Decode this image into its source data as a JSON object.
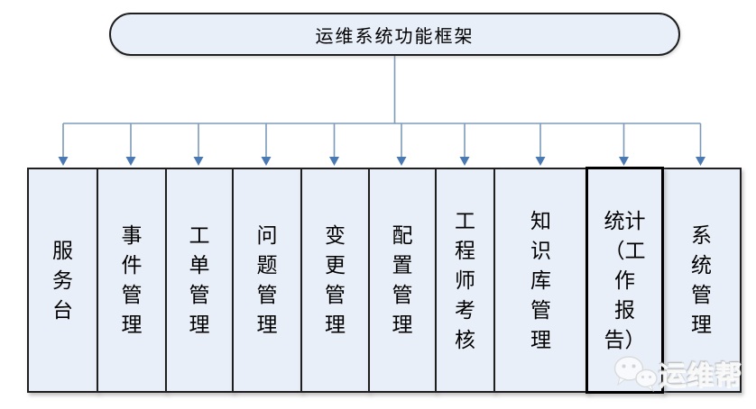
{
  "header": {
    "title": "运维系统功能框架"
  },
  "boxes": [
    {
      "label": "服务台",
      "lines": [
        "服",
        "务",
        "台"
      ]
    },
    {
      "label": "事件管理",
      "lines": [
        "事",
        "件",
        "管",
        "理"
      ]
    },
    {
      "label": "工单管理",
      "lines": [
        "工",
        "单",
        "管",
        "理"
      ]
    },
    {
      "label": "问题管理",
      "lines": [
        "问",
        "题",
        "管",
        "理"
      ]
    },
    {
      "label": "变更管理",
      "lines": [
        "变",
        "更",
        "管",
        "理"
      ]
    },
    {
      "label": "配置管理",
      "lines": [
        "配",
        "置",
        "管",
        "理"
      ]
    },
    {
      "label": "工程师考核",
      "lines": [
        "工",
        "程",
        "师",
        "考",
        "核"
      ]
    },
    {
      "label": "知识库管理",
      "lines": [
        "知",
        "识",
        "库",
        "管",
        "理"
      ]
    },
    {
      "label": "统计（工作报告）",
      "lines": [
        "统计",
        "（工",
        "作",
        "报",
        "告）"
      ]
    },
    {
      "label": "系统管理",
      "lines": [
        "系",
        "统",
        "管",
        "理"
      ]
    }
  ],
  "watermark": {
    "text": "运维帮",
    "icon": "wechat-icon"
  },
  "colors": {
    "box_fill": "#e9eff8",
    "box_border": "#1f1f1f",
    "heavy_box_border": "#000000",
    "connector_line": "#7d9bb8",
    "arrowhead": "#4a78b2"
  }
}
